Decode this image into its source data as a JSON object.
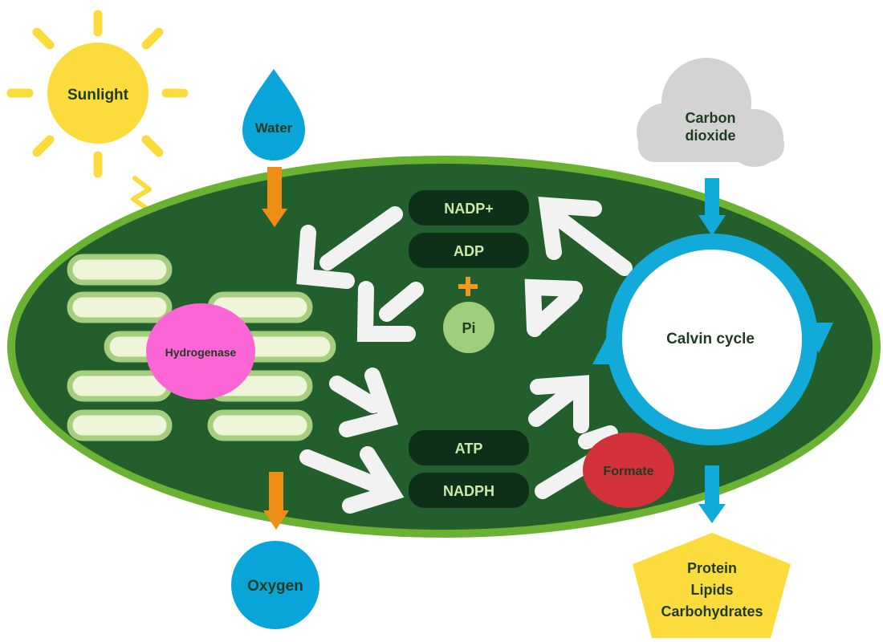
{
  "labels": {
    "sunlight": "Sunlight",
    "water": "Water",
    "carbon_dioxide_line1": "Carbon",
    "carbon_dioxide_line2": "dioxide",
    "hydrogenase": "Hydrogenase",
    "oxygen": "Oxygen",
    "nadp_plus": "NADP+",
    "adp": "ADP",
    "plus": "+",
    "pi": "Pi",
    "atp": "ATP",
    "nadph": "NADPH",
    "calvin_cycle": "Calvin cycle",
    "formate": "Formate",
    "products": [
      "Protein",
      "Lipids",
      "Carbohydrates"
    ]
  },
  "colors": {
    "sun": "#fcdc3c",
    "water": "#0aa5d8",
    "cloud": "#d3d3d3",
    "chloroplast_outer": "#6ab232",
    "chloroplast_inner": "#235e2d",
    "thylakoid_fill": "#eef5d8",
    "thylakoid_border": "#a6cf7d",
    "hydrogenase": "#fb65d5",
    "oxygen": "#0aa5d8",
    "pill": "#0e2f18",
    "pill_text": "#cfe7a8",
    "pi": "#9fcf7e",
    "plus": "#f09b1a",
    "water_arrow": "#ef8e14",
    "calvin_ring": "#12aad9",
    "formate": "#d3313a",
    "products": "#fcdc3c",
    "flow_arrow": "#f2f2f2"
  }
}
